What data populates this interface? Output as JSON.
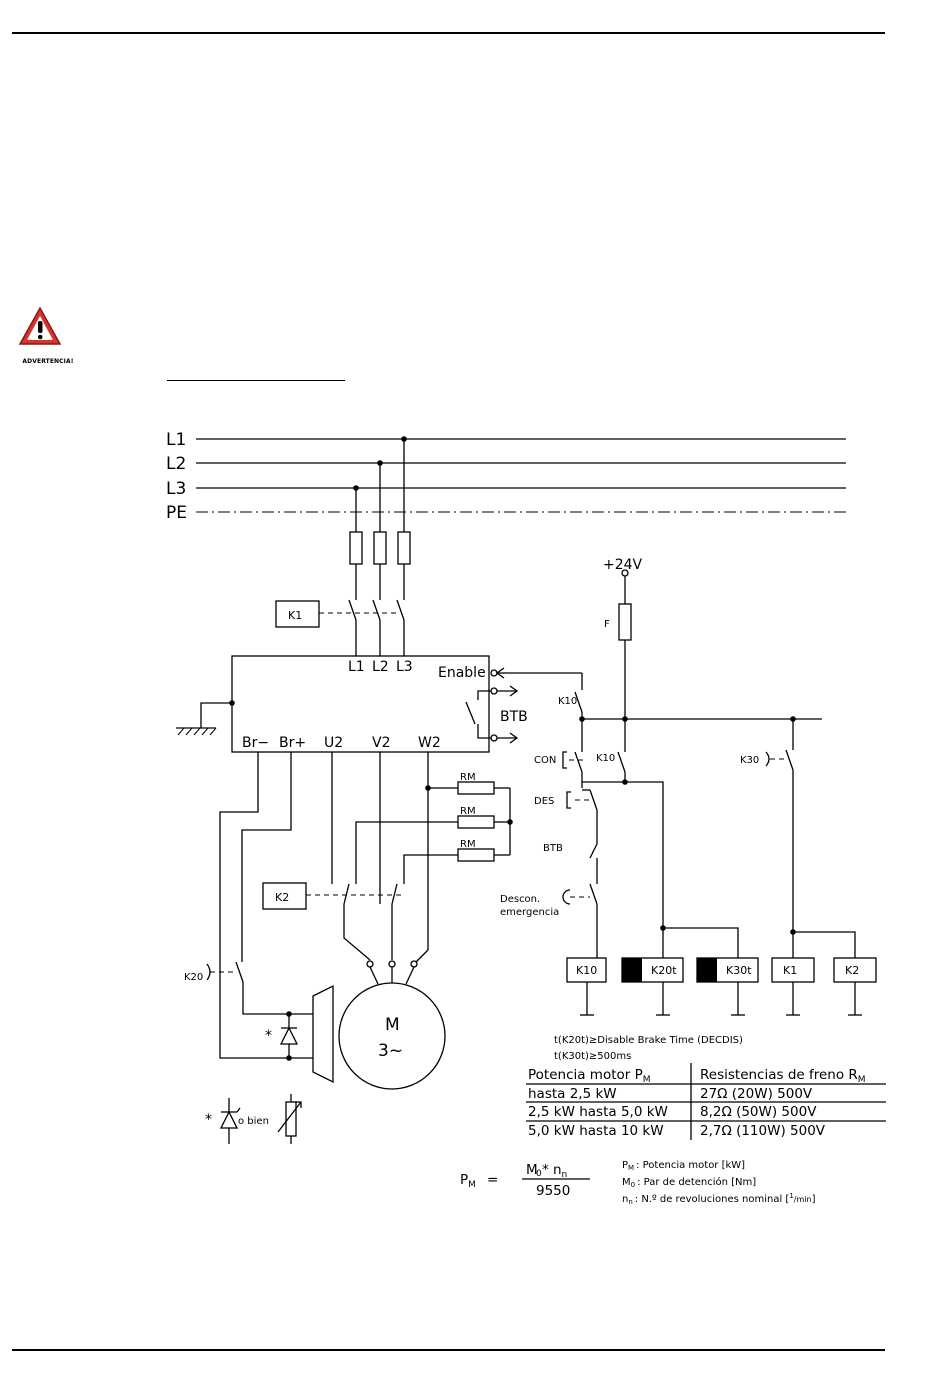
{
  "warning": {
    "label": "ADVERTENCIA!"
  },
  "bus": {
    "l1": "L1",
    "l2": "L2",
    "l3": "L3",
    "pe": "PE"
  },
  "supply": {
    "v24": "+24V",
    "fuse": "F"
  },
  "relays": {
    "k1": "K1",
    "k2": "K2",
    "k10": "K10",
    "k20": "K20",
    "k30": "K30",
    "k20t": "K20t",
    "k30t": "K30t",
    "rm": "RM"
  },
  "drive": {
    "l1": "L1",
    "l2": "L2",
    "l3": "L3",
    "enable": "Enable",
    "btb": "BTB",
    "br_minus": "Br−",
    "br_plus": "Br+",
    "u2": "U2",
    "v2": "V2",
    "w2": "W2"
  },
  "controls": {
    "con": "CON",
    "des": "DES",
    "btb": "BTB",
    "emergency_1": "Descon.",
    "emergency_2": "emergencia"
  },
  "motor": {
    "m": "M",
    "phases": "3~"
  },
  "brake_option": {
    "star": "*",
    "or": "o bien"
  },
  "notes": {
    "timing_1": "t(K20t)≥Disable Brake Time (DECDIS)",
    "timing_2": "t(K30t)≥500ms"
  },
  "table": {
    "header_left": "Potencia motor P",
    "header_left_sub": "M",
    "header_right": "Resistencias de freno R",
    "header_right_sub": "M",
    "rows": [
      {
        "power": "hasta 2,5 kW",
        "resistor": "27Ω (20W) 500V"
      },
      {
        "power": "2,5 kW hasta 5,0 kW",
        "resistor": "8,2Ω (50W) 500V"
      },
      {
        "power": "5,0 kW hasta 10 kW",
        "resistor": "2,7Ω (110W) 500V"
      }
    ]
  },
  "formula": {
    "lhs": "P",
    "lhs_sub": "M",
    "eq": "=",
    "numerator": "M  * n",
    "numerator_sub0": "0",
    "numerator_subn": "n",
    "denominator": "9550",
    "legend": [
      {
        "sym": "P",
        "sub": "M",
        "text": ": Potencia motor [kW]"
      },
      {
        "sym": "M",
        "sub": "0",
        "text": ": Par de detención [Nm]"
      },
      {
        "sym": "n",
        "sub": "n",
        "text": ": N.º de revoluciones nominal [",
        "sup": "1",
        "unit": "/min",
        "close": "]"
      }
    ]
  }
}
